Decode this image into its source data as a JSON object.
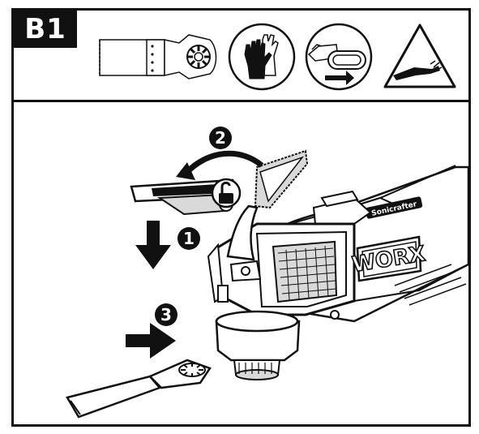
{
  "header": {
    "step_label": "B1",
    "icons": [
      {
        "name": "multi-tool-blade-icon"
      },
      {
        "name": "protective-gloves-icon"
      },
      {
        "name": "unplug-battery-icon"
      },
      {
        "name": "hot-surface-warning-icon"
      }
    ]
  },
  "illustration": {
    "steps": [
      "1",
      "2",
      "3"
    ],
    "brand_logo": "WORX",
    "tool_label": "Sonicrafter",
    "colors": {
      "line": "#111111",
      "fill_light": "#ffffff",
      "fill_gray": "#d9d9d9"
    }
  }
}
